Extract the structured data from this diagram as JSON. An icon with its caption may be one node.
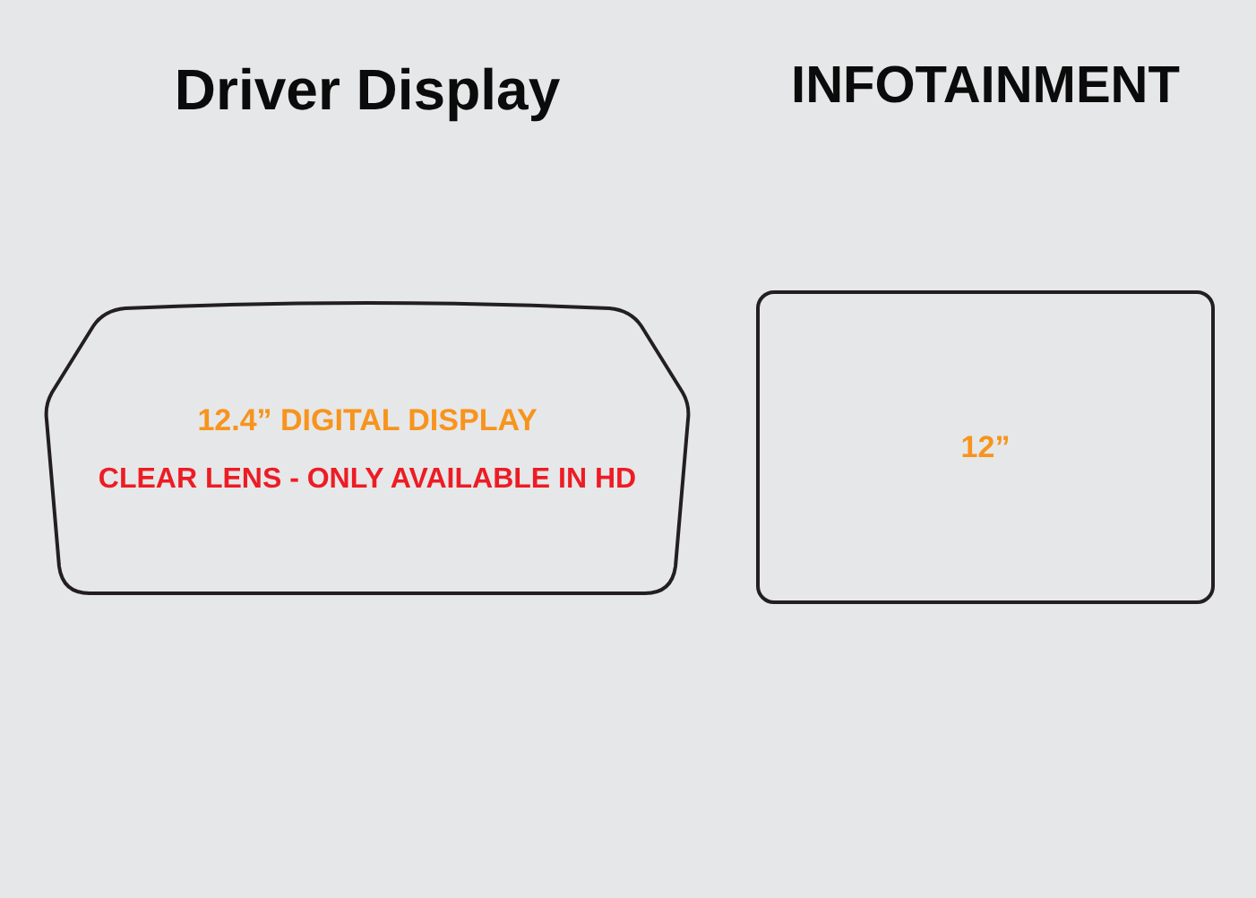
{
  "diagram": {
    "nodes": [
      {
        "text": [
          "Driver Display",
          "12.4” DIGITAL DISPLAY",
          "CLEAR LENS - ONLY AVAILABLE IN HD"
        ]
      },
      {
        "text": [
          "INFOTAINMENT",
          "12”"
        ]
      }
    ]
  }
}
